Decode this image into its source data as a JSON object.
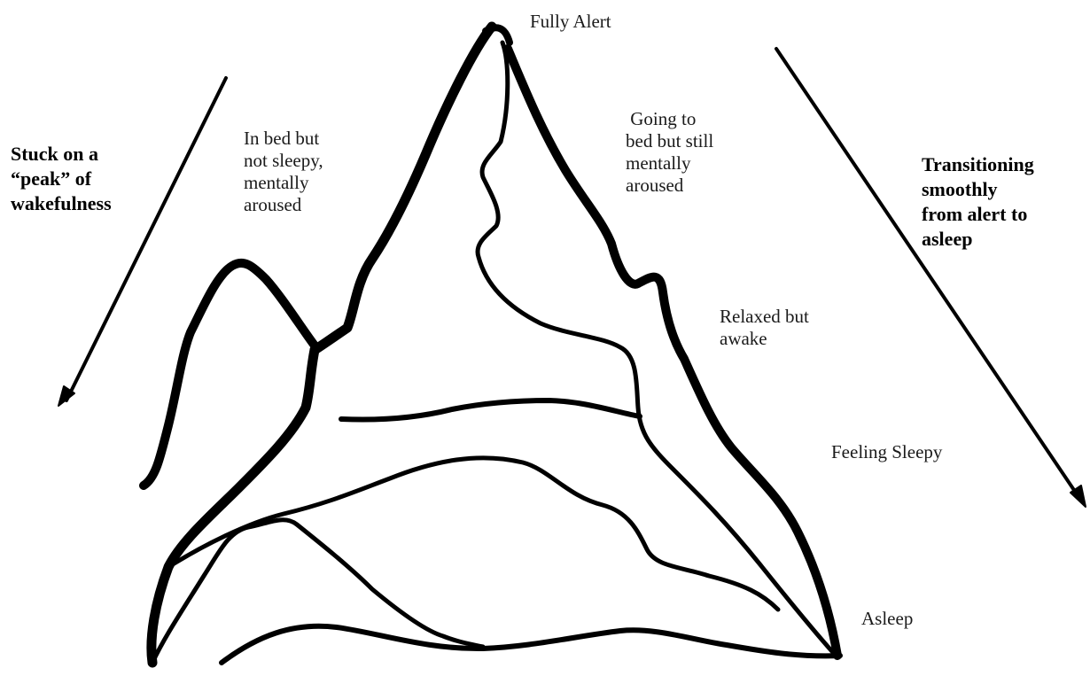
{
  "left_caption": "Stuck on a\n“peak” of\nwakefulness",
  "right_caption": "Transitioning\nsmoothly\nfrom alert to\nasleep",
  "stage_labels": {
    "fully_alert": "Fully Alert",
    "in_bed": "In bed but\nnot sleepy,\nmentally\naroused",
    "going_to_bed": " Going to\nbed but still\nmentally\naroused",
    "relaxed": "Relaxed but\nawake",
    "feeling_sleepy": "Feeling Sleepy",
    "asleep": "Asleep"
  }
}
